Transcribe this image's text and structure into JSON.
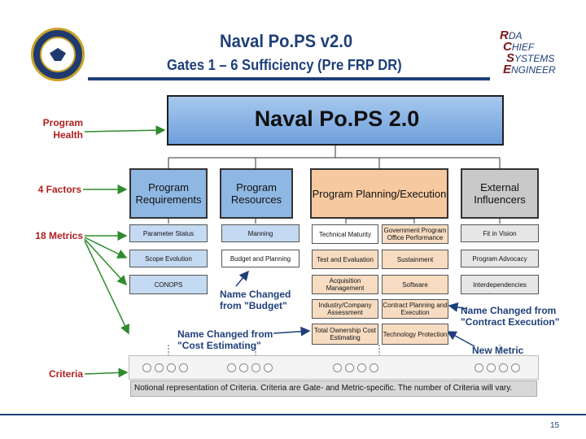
{
  "header": {
    "title": "Naval Po.PS v2.0",
    "subtitle": "Gates 1 – 6 Sufficiency (Pre FRP DR)",
    "logo_lines": [
      {
        "cap": "R",
        "rest": "DA"
      },
      {
        "cap": "C",
        "rest": "HIEF"
      },
      {
        "cap": "S",
        "rest": "YSTEMS"
      },
      {
        "cap": "E",
        "rest": "NGINEER"
      }
    ]
  },
  "labels": {
    "program_health": "Program Health",
    "four_factors": "4 Factors",
    "metrics": "18 Metrics",
    "criteria": "Criteria"
  },
  "banner": "Naval Po.PS 2.0",
  "factors": [
    {
      "label": "Program Requirements"
    },
    {
      "label": "Program Resources"
    },
    {
      "label": "Program Planning/Execution"
    },
    {
      "label": "External Influencers"
    }
  ],
  "metrics": {
    "requirements": [
      "Parameter Status",
      "Scope Evolution",
      "CONOPS"
    ],
    "resources": [
      "Manning",
      "Budget and Planning"
    ],
    "planning_left": [
      "Technical Maturity",
      "Test and Evaluation",
      "Acquisition Management",
      "Industry/Company Assessment",
      "Total Ownership Cost Estimating"
    ],
    "planning_right": [
      "Government Program Office Performance",
      "Sustainment",
      "Software",
      "Contract Planning and Execution",
      "Technology Protection"
    ],
    "external": [
      "Fit in Vision",
      "Program Advocacy",
      "Interdependencies"
    ]
  },
  "notes": {
    "budget": "Name Changed from \"Budget\"",
    "cost": "Name Changed from \"Cost Estimating\"",
    "contract": "Name Changed from \"Contract Execution\"",
    "new_metric": "New Metric"
  },
  "criteria_caption": "Notional representation of Criteria. Criteria are Gate- and Metric-specific. The number of Criteria will vary.",
  "page_number": "15",
  "colors": {
    "navy": "#1f3f7a",
    "label_red": "#b02020",
    "arrow_green": "#2e8b2e",
    "factor_blue": "#8fb7e3",
    "factor_orange": "#f7c9a0",
    "factor_gray": "#c9c9c9"
  }
}
